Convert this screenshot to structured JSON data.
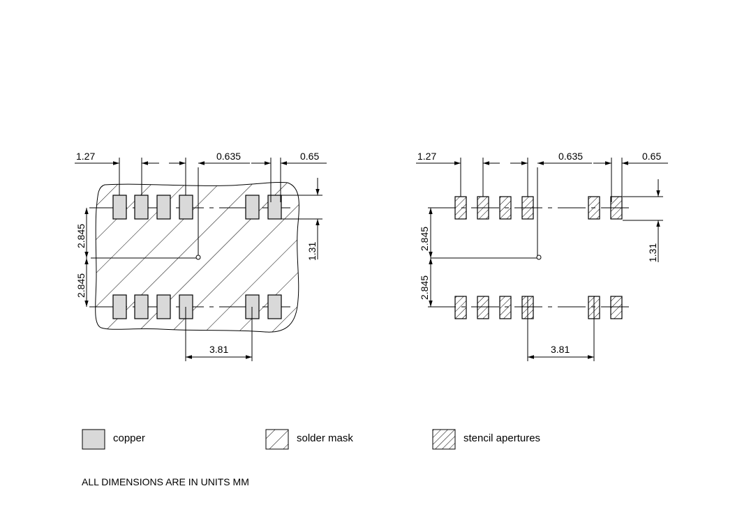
{
  "left_view": {
    "dims": {
      "pitch": "1.27",
      "offset": "0.635",
      "pad_width": "0.65",
      "row_offset_top": "2.845",
      "row_offset_bottom": "2.845",
      "pad_height": "1.31",
      "gap": "3.81"
    }
  },
  "right_view": {
    "dims": {
      "pitch": "1.27",
      "offset": "0.635",
      "pad_width": "0.65",
      "row_offset_top": "2.845",
      "row_offset_bottom": "2.845",
      "pad_height": "1.31",
      "gap": "3.81"
    }
  },
  "legend": {
    "copper": "copper",
    "solder_mask": "solder mask",
    "stencil": "stencil apertures"
  },
  "footer_note": "ALL DIMENSIONS ARE IN UNITS MM",
  "colors": {
    "copper_fill": "#d9d9d9",
    "line": "#000000"
  }
}
